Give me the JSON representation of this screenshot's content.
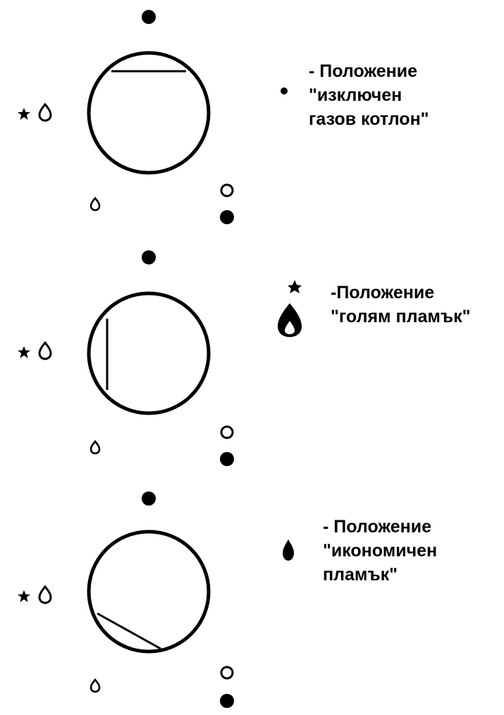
{
  "colors": {
    "ink": "#000000",
    "background": "#ffffff"
  },
  "legend": [
    {
      "symbol": "small-dot-icon",
      "lines": [
        "- Положение",
        "\"изключен",
        "газов котлон\""
      ]
    },
    {
      "symbol": "large-flame-icon",
      "lines": [
        "-Положение",
        "\"голям пламък\""
      ]
    },
    {
      "symbol": "small-flame-icon",
      "lines": [
        "- Положение",
        "\"икономичен",
        "пламък\""
      ]
    }
  ],
  "knobs": [
    {
      "position": "off",
      "marker": "top"
    },
    {
      "position": "full-flame",
      "marker": "left"
    },
    {
      "position": "low-flame",
      "marker": "lower-left"
    }
  ]
}
